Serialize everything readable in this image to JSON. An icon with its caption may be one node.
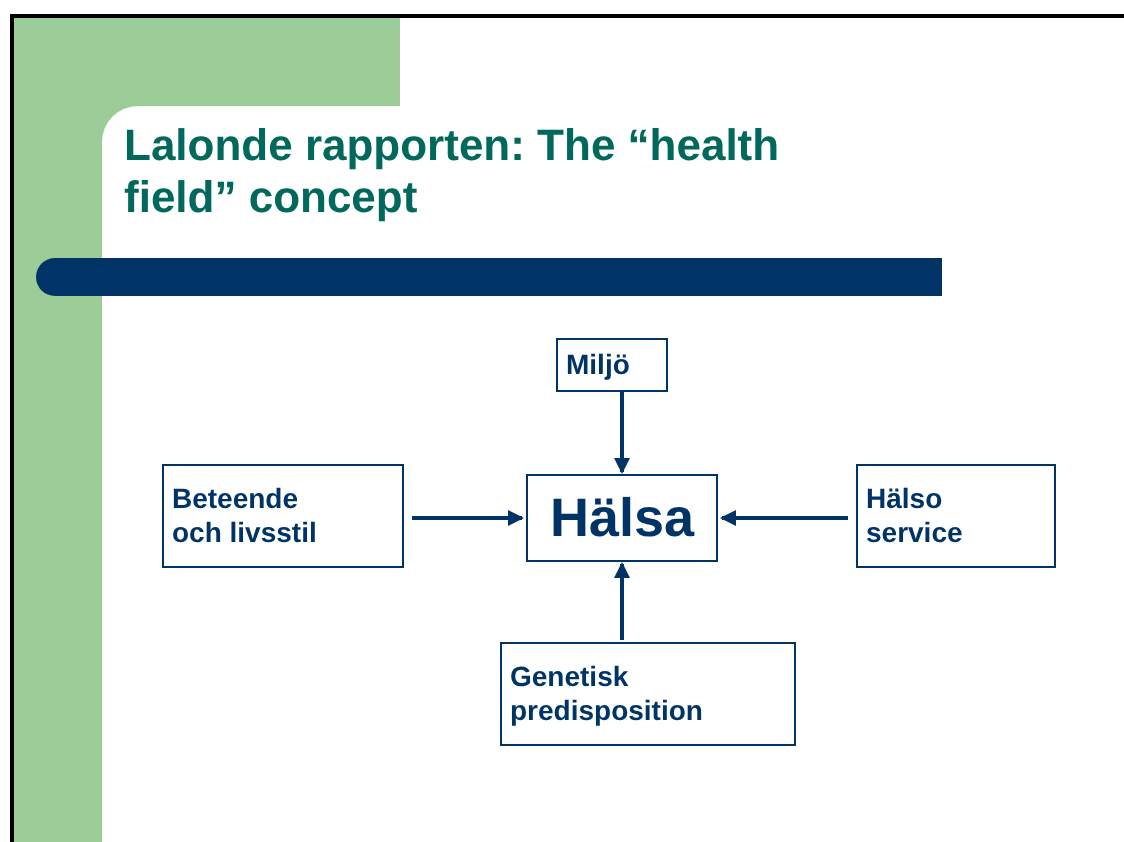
{
  "diagram": {
    "title": "Lalonde rapporten: The “health field” concept",
    "nodes": [
      {
        "text": [
          "Miljö"
        ]
      },
      {
        "text": [
          "Beteende och livsstil"
        ]
      },
      {
        "text": [
          "Hälsa"
        ]
      },
      {
        "text": [
          "Hälso service"
        ]
      },
      {
        "text": [
          "Genetisk predisposition"
        ]
      }
    ],
    "edges": [
      {
        "from": 0,
        "to": 2,
        "arrow": "to"
      },
      {
        "from": 1,
        "to": 2,
        "arrow": "to"
      },
      {
        "from": 3,
        "to": 2,
        "arrow": "to"
      },
      {
        "from": 4,
        "to": 2,
        "arrow": "to"
      }
    ]
  }
}
